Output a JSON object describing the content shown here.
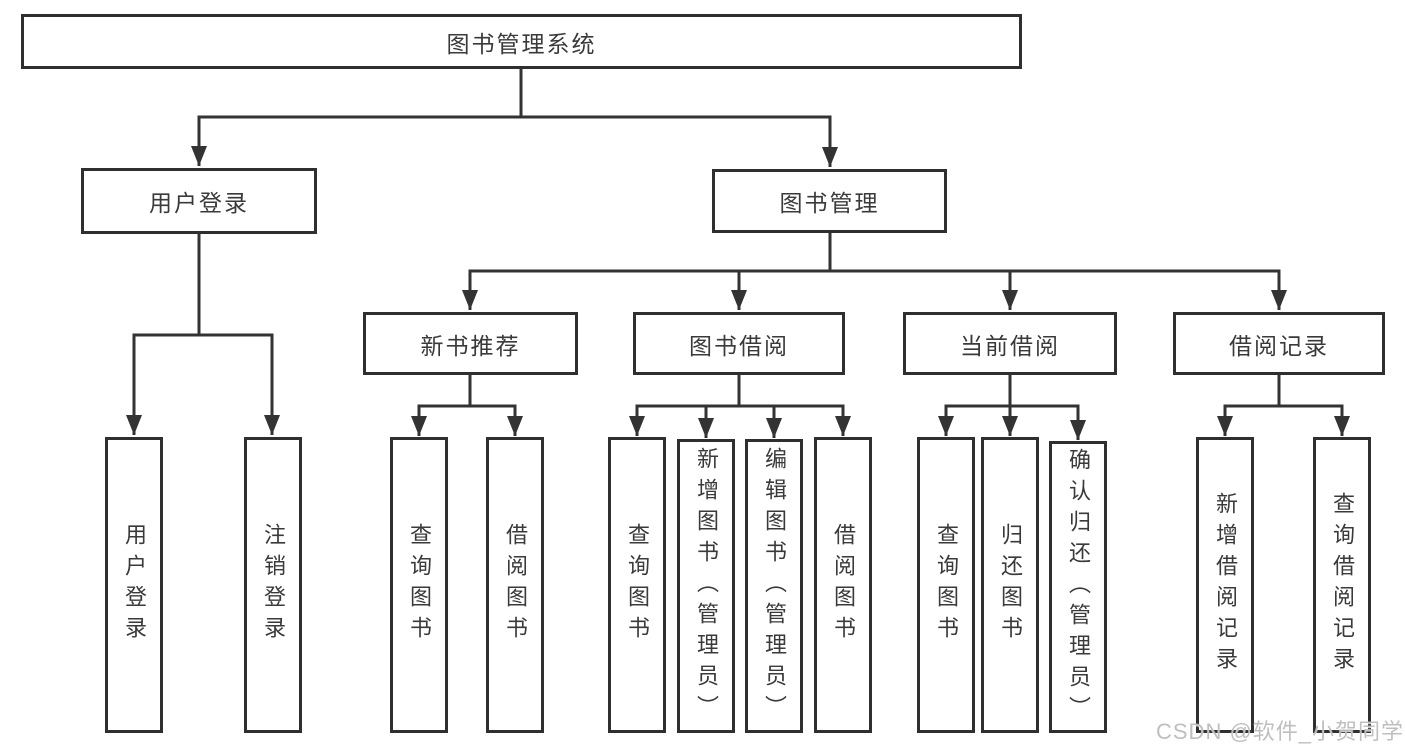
{
  "diagram": {
    "type": "hierarchy-tree",
    "nodes": {
      "root": {
        "label": "图书管理系统"
      },
      "level2": [
        {
          "label": "用户登录"
        },
        {
          "label": "图书管理"
        }
      ],
      "level3": [
        {
          "label": "新书推荐",
          "parent": "图书管理"
        },
        {
          "label": "图书借阅",
          "parent": "图书管理"
        },
        {
          "label": "当前借阅",
          "parent": "图书管理"
        },
        {
          "label": "借阅记录",
          "parent": "图书管理"
        }
      ],
      "leaves": [
        {
          "label": "用户登录",
          "parent": "用户登录"
        },
        {
          "label": "注销登录",
          "parent": "用户登录"
        },
        {
          "label": "查询图书",
          "parent": "新书推荐"
        },
        {
          "label": "借阅图书",
          "parent": "新书推荐"
        },
        {
          "label": "查询图书",
          "parent": "图书借阅"
        },
        {
          "label": "新增图书（管理员）",
          "parent": "图书借阅"
        },
        {
          "label": "编辑图书（管理员）",
          "parent": "图书借阅"
        },
        {
          "label": "借阅图书",
          "parent": "图书借阅"
        },
        {
          "label": "查询图书",
          "parent": "当前借阅"
        },
        {
          "label": "归还图书",
          "parent": "当前借阅"
        },
        {
          "label": "确认归还（管理员）",
          "parent": "当前借阅"
        },
        {
          "label": "新增借阅记录",
          "parent": "借阅记录"
        },
        {
          "label": "查询借阅记录",
          "parent": "借阅记录"
        }
      ]
    },
    "colors": {
      "line": "#333333",
      "box_border": "#2f2f2f",
      "text": "#3a3a3a",
      "background": "#ffffff",
      "watermark": "#bcbcbc"
    }
  },
  "watermark": {
    "text": "CSDN @软件_小贺同学"
  }
}
